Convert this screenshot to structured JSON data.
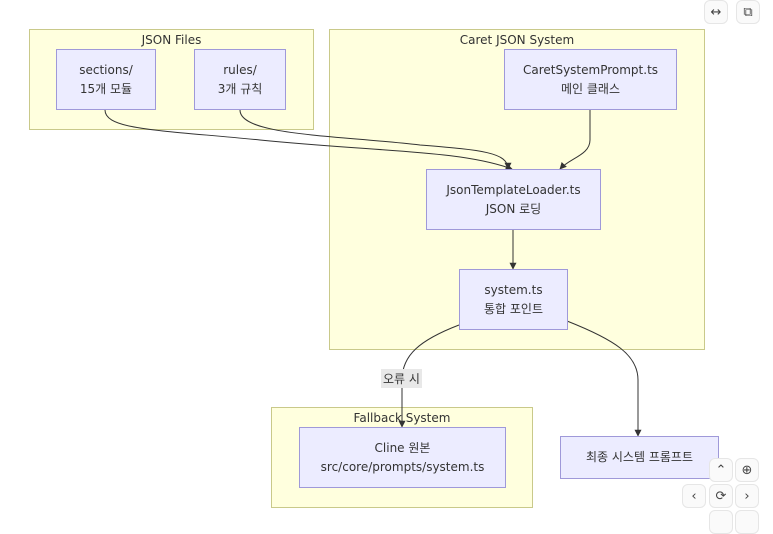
{
  "clusters": {
    "json_files": "JSON Files",
    "caret_json_system": "Caret JSON System",
    "fallback_system": "Fallback System"
  },
  "nodes": {
    "sections": {
      "line1": "sections/",
      "line2": "15개 모듈"
    },
    "rules": {
      "line1": "rules/",
      "line2": "3개 규칙"
    },
    "caret_system_prompt": {
      "line1": "CaretSystemPrompt.ts",
      "line2": "메인 클래스"
    },
    "json_template_loader": {
      "line1": "JsonTemplateLoader.ts",
      "line2": "JSON 로딩"
    },
    "system_ts": {
      "line1": "system.ts",
      "line2": "통합 포인트"
    },
    "cline_original": {
      "line1": "Cline 원본",
      "line2": "src/core/prompts/system.ts"
    },
    "final_prompt": {
      "line1": "최종 시스템 프롬프트"
    }
  },
  "edges": [
    {
      "from": "sections",
      "to": "json_template_loader",
      "label": ""
    },
    {
      "from": "rules",
      "to": "json_template_loader",
      "label": ""
    },
    {
      "from": "caret_system_prompt",
      "to": "json_template_loader",
      "label": ""
    },
    {
      "from": "json_template_loader",
      "to": "system_ts",
      "label": ""
    },
    {
      "from": "system_ts",
      "to": "cline_original",
      "label": "오류 시"
    },
    {
      "from": "system_ts",
      "to": "final_prompt",
      "label": ""
    }
  ],
  "controls": {
    "expand_icon": "↔",
    "copy_icon": "⧉",
    "pan_up": "⌃",
    "zoom_in": "⊕",
    "pan_left": "‹",
    "reset": "⟳",
    "pan_right": "›"
  },
  "colors": {
    "cluster_fill": "#ffffde",
    "cluster_border": "#c9c98a",
    "node_fill": "#ececff",
    "node_border": "#9f99d9",
    "edge": "#333333"
  }
}
